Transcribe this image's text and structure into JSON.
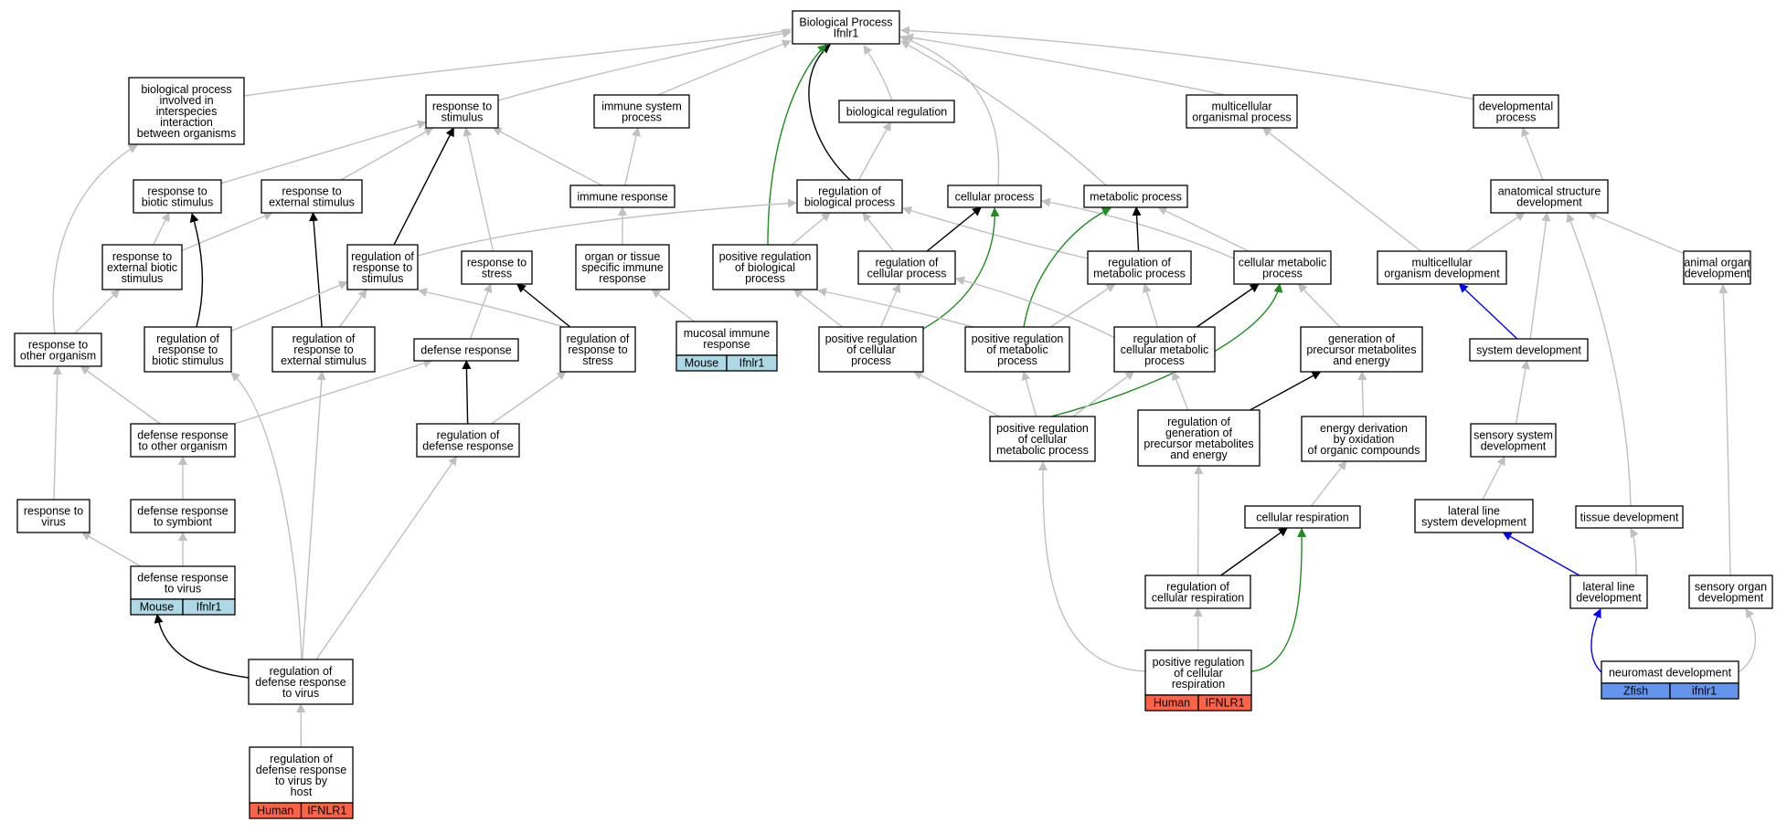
{
  "colors": {
    "gray_edge": "#c0c0c0",
    "black_edge": "#000000",
    "green_edge": "#228b22",
    "blue_edge": "#0000ff",
    "mouse_tag": "#add8e6",
    "human_tag": "#ff6347",
    "zfish_tag": "#6495ed"
  },
  "nodes": [
    {
      "id": "bp",
      "label": [
        "Biological Process",
        "Ifnlr1"
      ]
    },
    {
      "id": "bpinter",
      "label": [
        "biological process",
        "involved in",
        "interspecies",
        "interaction",
        "between organisms"
      ]
    },
    {
      "id": "respstim",
      "label": [
        "response to",
        "stimulus"
      ]
    },
    {
      "id": "immsys",
      "label": [
        "immune system",
        "process"
      ]
    },
    {
      "id": "bioreg",
      "label": [
        "biological regulation"
      ]
    },
    {
      "id": "multiorg",
      "label": [
        "multicellular",
        "organismal process"
      ]
    },
    {
      "id": "devproc",
      "label": [
        "developmental",
        "process"
      ]
    },
    {
      "id": "respbiotic",
      "label": [
        "response to",
        "biotic stimulus"
      ]
    },
    {
      "id": "respext",
      "label": [
        "response to",
        "external stimulus"
      ]
    },
    {
      "id": "immresp",
      "label": [
        "immune response"
      ]
    },
    {
      "id": "regbio",
      "label": [
        "regulation of",
        "biological process"
      ]
    },
    {
      "id": "cellproc",
      "label": [
        "cellular process"
      ]
    },
    {
      "id": "metproc",
      "label": [
        "metabolic process"
      ]
    },
    {
      "id": "anatdev",
      "label": [
        "anatomical structure",
        "development"
      ]
    },
    {
      "id": "respextbiotic",
      "label": [
        "response to",
        "external biotic",
        "stimulus"
      ]
    },
    {
      "id": "regrespstim",
      "label": [
        "regulation of",
        "response to",
        "stimulus"
      ]
    },
    {
      "id": "respstress",
      "label": [
        "response to",
        "stress"
      ]
    },
    {
      "id": "organimm",
      "label": [
        "organ or tissue",
        "specific immune",
        "response"
      ]
    },
    {
      "id": "posregbio",
      "label": [
        "positive regulation",
        "of biological",
        "process"
      ]
    },
    {
      "id": "regcell",
      "label": [
        "regulation of",
        "cellular process"
      ]
    },
    {
      "id": "regmet",
      "label": [
        "regulation of",
        "metabolic process"
      ]
    },
    {
      "id": "cellmet",
      "label": [
        "cellular metabolic",
        "process"
      ]
    },
    {
      "id": "multidev",
      "label": [
        "multicellular",
        "organism development"
      ]
    },
    {
      "id": "animorgan",
      "label": [
        "animal organ",
        "development"
      ]
    },
    {
      "id": "resporg",
      "label": [
        "response to",
        "other organism"
      ]
    },
    {
      "id": "regrespbiotic",
      "label": [
        "regulation of",
        "response to",
        "biotic stimulus"
      ]
    },
    {
      "id": "regrespext",
      "label": [
        "regulation of",
        "response to",
        "external stimulus"
      ]
    },
    {
      "id": "defresp",
      "label": [
        "defense response"
      ]
    },
    {
      "id": "regrespstress",
      "label": [
        "regulation of",
        "response to",
        "stress"
      ]
    },
    {
      "id": "mucosal",
      "label": [
        "mucosal immune",
        "response"
      ],
      "tag": {
        "species": "Mouse",
        "gene": "Ifnlr1",
        "color": "mouse_tag"
      }
    },
    {
      "id": "posregcell",
      "label": [
        "positive regulation",
        "of cellular",
        "process"
      ]
    },
    {
      "id": "posregmet",
      "label": [
        "positive regulation",
        "of metabolic",
        "process"
      ]
    },
    {
      "id": "regcellmet",
      "label": [
        "regulation of",
        "cellular metabolic",
        "process"
      ]
    },
    {
      "id": "genprec",
      "label": [
        "generation of",
        "precursor metabolites",
        "and energy"
      ]
    },
    {
      "id": "sysdev",
      "label": [
        "system development"
      ]
    },
    {
      "id": "defother",
      "label": [
        "defense response",
        "to other organism"
      ]
    },
    {
      "id": "regdef",
      "label": [
        "regulation of",
        "defense response"
      ]
    },
    {
      "id": "posregcellmet",
      "label": [
        "positive regulation",
        "of cellular",
        "metabolic process"
      ]
    },
    {
      "id": "reggenprec",
      "label": [
        "regulation of",
        "generation of",
        "precursor metabolites",
        "and energy"
      ]
    },
    {
      "id": "energyder",
      "label": [
        "energy derivation",
        "by oxidation",
        "of organic compounds"
      ]
    },
    {
      "id": "sensorysys",
      "label": [
        "sensory system",
        "development"
      ]
    },
    {
      "id": "respvirus",
      "label": [
        "response to",
        "virus"
      ]
    },
    {
      "id": "defsymb",
      "label": [
        "defense response",
        "to symbiont"
      ]
    },
    {
      "id": "cellresp",
      "label": [
        "cellular respiration"
      ]
    },
    {
      "id": "latsys",
      "label": [
        "lateral line",
        "system development"
      ]
    },
    {
      "id": "tissuedev",
      "label": [
        "tissue development"
      ]
    },
    {
      "id": "defvirus",
      "label": [
        "defense response",
        "to virus"
      ],
      "tag": {
        "species": "Mouse",
        "gene": "Ifnlr1",
        "color": "mouse_tag"
      }
    },
    {
      "id": "regcellresp",
      "label": [
        "regulation of",
        "cellular respiration"
      ]
    },
    {
      "id": "latdev",
      "label": [
        "lateral line",
        "development"
      ]
    },
    {
      "id": "sensorg",
      "label": [
        "sensory organ",
        "development"
      ]
    },
    {
      "id": "regdefvirus",
      "label": [
        "regulation of",
        "defense response",
        "to virus"
      ]
    },
    {
      "id": "posregcellresp",
      "label": [
        "positive regulation",
        "of cellular",
        "respiration"
      ],
      "tag": {
        "species": "Human",
        "gene": "IFNLR1",
        "color": "human_tag"
      }
    },
    {
      "id": "neuromast",
      "label": [
        "neuromast development"
      ],
      "tag": {
        "species": "Zfish",
        "gene": "ifnlr1",
        "color": "zfish_tag"
      }
    },
    {
      "id": "regdefvirushost",
      "label": [
        "regulation of",
        "defense response",
        "to virus by",
        "host"
      ],
      "tag": {
        "species": "Human",
        "gene": "IFNLR1",
        "color": "human_tag"
      }
    }
  ],
  "edges": [
    {
      "from": "bpinter",
      "to": "bp",
      "color": "gray"
    },
    {
      "from": "respstim",
      "to": "bp",
      "color": "gray"
    },
    {
      "from": "immsys",
      "to": "bp",
      "color": "gray"
    },
    {
      "from": "bioreg",
      "to": "bp",
      "color": "gray"
    },
    {
      "from": "multiorg",
      "to": "bp",
      "color": "gray"
    },
    {
      "from": "devproc",
      "to": "bp",
      "color": "gray"
    },
    {
      "from": "cellproc",
      "to": "bp",
      "color": "gray"
    },
    {
      "from": "metproc",
      "to": "bp",
      "color": "gray"
    },
    {
      "from": "regbio",
      "to": "bp",
      "color": "black"
    },
    {
      "from": "posregbio",
      "to": "bp",
      "color": "green"
    },
    {
      "from": "respbiotic",
      "to": "respstim",
      "color": "gray"
    },
    {
      "from": "respext",
      "to": "respstim",
      "color": "gray"
    },
    {
      "from": "immresp",
      "to": "respstim",
      "color": "gray"
    },
    {
      "from": "respstress",
      "to": "respstim",
      "color": "gray"
    },
    {
      "from": "regrespstim",
      "to": "respstim",
      "color": "black"
    },
    {
      "from": "immresp",
      "to": "immsys",
      "color": "gray"
    },
    {
      "from": "regbio",
      "to": "bioreg",
      "color": "gray"
    },
    {
      "from": "multidev",
      "to": "multiorg",
      "color": "gray"
    },
    {
      "from": "anatdev",
      "to": "devproc",
      "color": "gray"
    },
    {
      "from": "respextbiotic",
      "to": "respbiotic",
      "color": "gray"
    },
    {
      "from": "respextbiotic",
      "to": "respext",
      "color": "gray"
    },
    {
      "from": "regrespbiotic",
      "to": "respbiotic",
      "color": "black"
    },
    {
      "from": "regrespext",
      "to": "respext",
      "color": "black"
    },
    {
      "from": "organimm",
      "to": "immresp",
      "color": "gray"
    },
    {
      "from": "regrespstim",
      "to": "regbio",
      "color": "gray"
    },
    {
      "from": "posregbio",
      "to": "regbio",
      "color": "gray"
    },
    {
      "from": "regcell",
      "to": "regbio",
      "color": "gray"
    },
    {
      "from": "regmet",
      "to": "regbio",
      "color": "gray"
    },
    {
      "from": "regcell",
      "to": "cellproc",
      "color": "black"
    },
    {
      "from": "cellmet",
      "to": "cellproc",
      "color": "gray"
    },
    {
      "from": "posregcell",
      "to": "cellproc",
      "color": "green"
    },
    {
      "from": "cellmet",
      "to": "metproc",
      "color": "gray"
    },
    {
      "from": "regmet",
      "to": "metproc",
      "color": "black"
    },
    {
      "from": "posregmet",
      "to": "metproc",
      "color": "green"
    },
    {
      "from": "multidev",
      "to": "anatdev",
      "color": "gray"
    },
    {
      "from": "sysdev",
      "to": "anatdev",
      "color": "gray"
    },
    {
      "from": "animorgan",
      "to": "anatdev",
      "color": "gray"
    },
    {
      "from": "tissuedev",
      "to": "anatdev",
      "color": "gray"
    },
    {
      "from": "resporg",
      "to": "respextbiotic",
      "color": "gray"
    },
    {
      "from": "resporg",
      "to": "bpinter",
      "color": "gray"
    },
    {
      "from": "regrespbiotic",
      "to": "regrespstim",
      "color": "gray"
    },
    {
      "from": "regrespext",
      "to": "regrespstim",
      "color": "gray"
    },
    {
      "from": "regrespstress",
      "to": "regrespstim",
      "color": "gray"
    },
    {
      "from": "defresp",
      "to": "respstress",
      "color": "gray"
    },
    {
      "from": "regrespstress",
      "to": "respstress",
      "color": "black"
    },
    {
      "from": "mucosal",
      "to": "organimm",
      "color": "gray"
    },
    {
      "from": "posregcell",
      "to": "posregbio",
      "color": "gray"
    },
    {
      "from": "posregmet",
      "to": "posregbio",
      "color": "gray"
    },
    {
      "from": "posregcell",
      "to": "regcell",
      "color": "gray"
    },
    {
      "from": "regcellmet",
      "to": "regcell",
      "color": "gray"
    },
    {
      "from": "regcellmet",
      "to": "regmet",
      "color": "gray"
    },
    {
      "from": "posregmet",
      "to": "regmet",
      "color": "gray"
    },
    {
      "from": "genprec",
      "to": "cellmet",
      "color": "gray"
    },
    {
      "from": "regcellmet",
      "to": "cellmet",
      "color": "black"
    },
    {
      "from": "posregcellmet",
      "to": "cellmet",
      "color": "green"
    },
    {
      "from": "sysdev",
      "to": "multidev",
      "color": "blue"
    },
    {
      "from": "defother",
      "to": "resporg",
      "color": "gray"
    },
    {
      "from": "defother",
      "to": "defresp",
      "color": "gray"
    },
    {
      "from": "regdef",
      "to": "defresp",
      "color": "black"
    },
    {
      "from": "regdef",
      "to": "regrespstress",
      "color": "gray"
    },
    {
      "from": "posregcellmet",
      "to": "posregcell",
      "color": "gray"
    },
    {
      "from": "posregcellmet",
      "to": "posregmet",
      "color": "gray"
    },
    {
      "from": "posregcellmet",
      "to": "regcellmet",
      "color": "gray"
    },
    {
      "from": "reggenprec",
      "to": "regcellmet",
      "color": "gray"
    },
    {
      "from": "reggenprec",
      "to": "genprec",
      "color": "black"
    },
    {
      "from": "energyder",
      "to": "genprec",
      "color": "gray"
    },
    {
      "from": "sensorysys",
      "to": "sysdev",
      "color": "gray"
    },
    {
      "from": "respvirus",
      "to": "resporg",
      "color": "gray"
    },
    {
      "from": "defsymb",
      "to": "defother",
      "color": "gray"
    },
    {
      "from": "defvirus",
      "to": "defsymb",
      "color": "gray"
    },
    {
      "from": "defvirus",
      "to": "respvirus",
      "color": "gray"
    },
    {
      "from": "cellresp",
      "to": "energyder",
      "color": "gray"
    },
    {
      "from": "latsys",
      "to": "sensorysys",
      "color": "gray"
    },
    {
      "from": "latdev",
      "to": "latsys",
      "color": "blue"
    },
    {
      "from": "latdev",
      "to": "tissuedev",
      "color": "gray"
    },
    {
      "from": "sensorg",
      "to": "animorgan",
      "color": "gray"
    },
    {
      "from": "regcellresp",
      "to": "reggenprec",
      "color": "gray"
    },
    {
      "from": "regcellresp",
      "to": "cellresp",
      "color": "black"
    },
    {
      "from": "posregcellresp",
      "to": "regcellresp",
      "color": "gray"
    },
    {
      "from": "posregcellresp",
      "to": "cellresp",
      "color": "green"
    },
    {
      "from": "posregcellresp",
      "to": "posregcellmet",
      "color": "gray"
    },
    {
      "from": "regdefvirus",
      "to": "defvirus",
      "color": "black"
    },
    {
      "from": "regdefvirus",
      "to": "regdef",
      "color": "gray"
    },
    {
      "from": "regdefvirus",
      "to": "regrespext",
      "color": "gray"
    },
    {
      "from": "regdefvirus",
      "to": "regrespbiotic",
      "color": "gray"
    },
    {
      "from": "regdefvirushost",
      "to": "regdefvirus",
      "color": "gray"
    },
    {
      "from": "neuromast",
      "to": "latdev",
      "color": "blue"
    },
    {
      "from": "neuromast",
      "to": "sensorg",
      "color": "gray"
    }
  ]
}
